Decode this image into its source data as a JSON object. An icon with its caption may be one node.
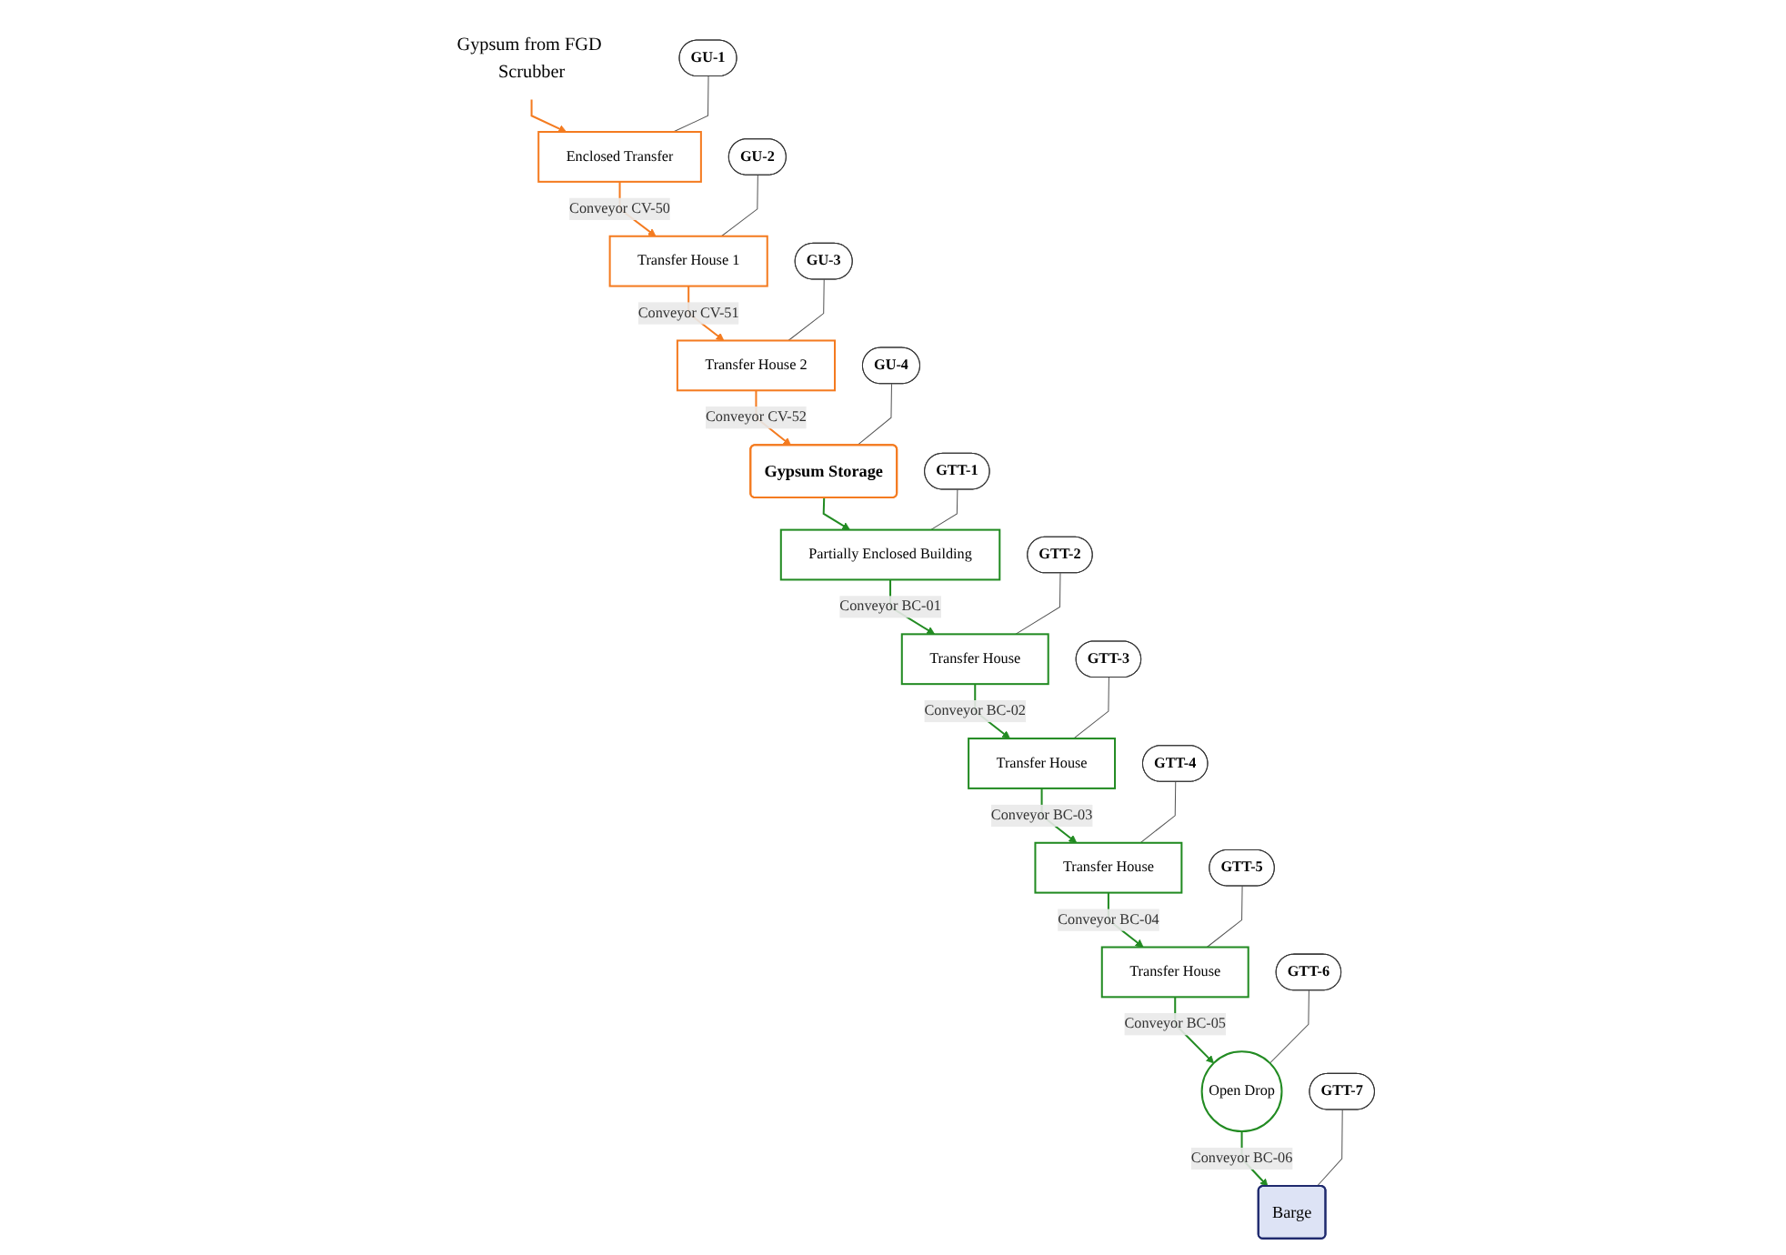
{
  "diagram": {
    "nodes": [
      {
        "text": [
          "Gypsum from FGD Scrubber"
        ]
      },
      {
        "text": [
          "Enclosed Transfer"
        ]
      },
      {
        "text": [
          "Transfer House 1"
        ]
      },
      {
        "text": [
          "Transfer House 2"
        ]
      },
      {
        "text": [
          "Gypsum Storage"
        ]
      },
      {
        "text": [
          "Partially Enclosed Building"
        ]
      },
      {
        "text": [
          "Transfer House"
        ]
      },
      {
        "text": [
          "Transfer House"
        ]
      },
      {
        "text": [
          "Transfer House"
        ]
      },
      {
        "text": [
          "Transfer House"
        ]
      },
      {
        "text": [
          "Open Drop"
        ]
      },
      {
        "text": [
          "Barge"
        ]
      },
      {
        "text": [
          "GU-1"
        ]
      },
      {
        "text": [
          "GU-2"
        ]
      },
      {
        "text": [
          "GU-3"
        ]
      },
      {
        "text": [
          "GU-4"
        ]
      },
      {
        "text": [
          "GTT-3"
        ]
      },
      {
        "text": [
          "GTT-2"
        ]
      },
      {
        "text": [
          "GTT-1"
        ]
      },
      {
        "text": [
          "GTT-4"
        ]
      },
      {
        "text": [
          "GTT-5"
        ]
      },
      {
        "text": [
          "GTT-6"
        ]
      },
      {
        "text": [
          "GTT-7"
        ]
      }
    ],
    "edges": [
      {
        "from": 0,
        "to": 1,
        "arrow": "to",
        "color": "#f47b20"
      },
      {
        "from": 1,
        "to": 2,
        "arrow": "to",
        "label": "Conveyor CV-50",
        "color": "#f47b20"
      },
      {
        "from": 2,
        "to": 3,
        "arrow": "to",
        "label": "Conveyor CV-51",
        "color": "#f47b20"
      },
      {
        "from": 3,
        "to": 4,
        "arrow": "to",
        "label": "Conveyor CV-52",
        "color": "#f47b20"
      },
      {
        "from": 4,
        "to": 5,
        "arrow": "to",
        "color": "#228b22"
      },
      {
        "from": 5,
        "to": 6,
        "arrow": "to",
        "label": "Conveyor BC-01",
        "color": "#228b22"
      },
      {
        "from": 6,
        "to": 7,
        "arrow": "to",
        "label": "Conveyor BC-02",
        "color": "#228b22"
      },
      {
        "from": 7,
        "to": 8,
        "arrow": "to",
        "label": "Conveyor BC-03",
        "color": "#228b22"
      },
      {
        "from": 8,
        "to": 9,
        "arrow": "to",
        "label": "Conveyor BC-04",
        "color": "#228b22"
      },
      {
        "from": 9,
        "to": 10,
        "arrow": "to",
        "label": "Conveyor BC-05",
        "color": "#228b22"
      },
      {
        "from": 10,
        "to": 11,
        "arrow": "to",
        "label": "Conveyor BC-06",
        "color": "#228b22"
      },
      {
        "from": 12,
        "to": 1,
        "arrow": "none"
      },
      {
        "from": 13,
        "to": 2,
        "arrow": "none"
      },
      {
        "from": 14,
        "to": 3,
        "arrow": "none"
      },
      {
        "from": 15,
        "to": 4,
        "arrow": "none"
      },
      {
        "from": 16,
        "to": 7,
        "arrow": "none"
      },
      {
        "from": 17,
        "to": 6,
        "arrow": "none"
      },
      {
        "from": 18,
        "to": 5,
        "arrow": "none"
      },
      {
        "from": 19,
        "to": 8,
        "arrow": "none"
      },
      {
        "from": 20,
        "to": 9,
        "arrow": "none"
      },
      {
        "from": 21,
        "to": 10,
        "arrow": "none"
      },
      {
        "from": 22,
        "to": 11,
        "arrow": "none"
      }
    ]
  }
}
